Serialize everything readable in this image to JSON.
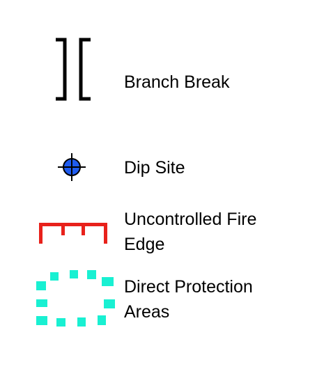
{
  "legend": {
    "items": [
      {
        "symbol": "branch-break-icon",
        "label": "Branch Break"
      },
      {
        "symbol": "dip-site-icon",
        "label": "Dip Site",
        "color": "#1f5cf0"
      },
      {
        "symbol": "uncontrolled-fire-edge-icon",
        "label_line1": "Uncontrolled Fire",
        "label_line2": "Edge",
        "color": "#e8211b"
      },
      {
        "symbol": "direct-protection-areas-icon",
        "label_line1": "Direct Protection",
        "label_line2": "Areas",
        "color": "#19f0d2"
      }
    ]
  }
}
